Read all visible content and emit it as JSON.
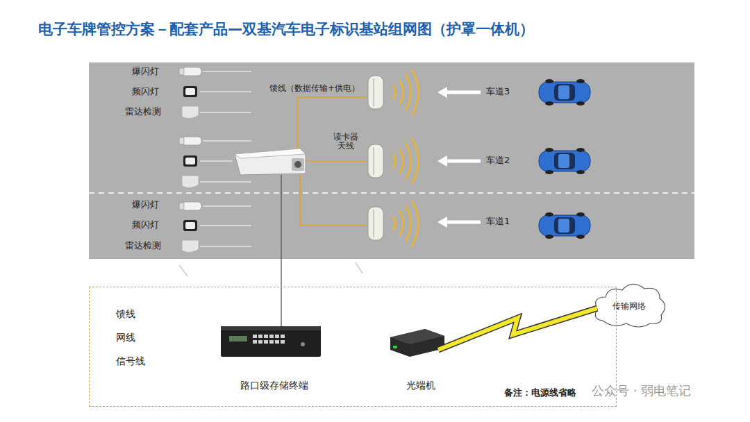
{
  "diagram": {
    "title": "电子车牌管控方案－配套产品—双基汽车电子标识基站组网图（护罩一体机）",
    "nodes": [
      {
        "text": [
          "馈线",
          "网线",
          "信号线"
        ]
      },
      {
        "text": [
          "路口级存储终端"
        ],
        "in": 0
      },
      {
        "text": [
          "光端机"
        ],
        "in": 0
      },
      {
        "text": [
          "传输网络"
        ]
      }
    ],
    "edges": [
      {
        "from": 2,
        "to": 3,
        "arrow": "none"
      }
    ],
    "labels": [
      "爆闪灯",
      "频闪灯",
      "雷达检测",
      "爆闪灯",
      "频闪灯",
      "雷达检测",
      "馈线（数据传输+供电）",
      "读卡器天线",
      "车道3",
      "车道2",
      "车道1",
      "备注：电源线省略",
      "公众号 · 弱电笔记"
    ]
  }
}
